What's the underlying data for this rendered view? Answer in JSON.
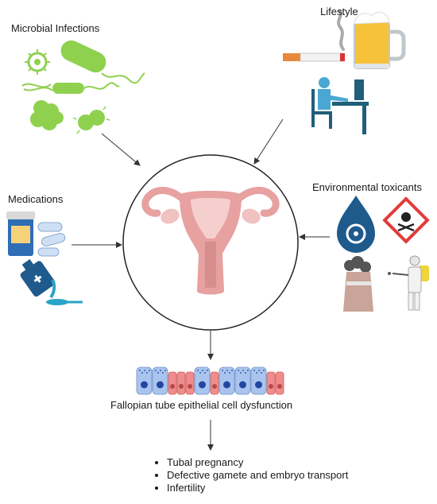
{
  "labels": {
    "microbial": "Microbial Infections",
    "lifestyle": "Lifestyle",
    "medications": "Medications",
    "environmental": "Environmental toxicants",
    "dysfunction": "Fallopian tube epithelial cell dysfunction"
  },
  "outcomes": [
    "Tubal pregnancy",
    "Defective gamete and embryo transport",
    "Infertility"
  ],
  "colors": {
    "microbe": "#8fd14f",
    "uterus": "#e7a1a0",
    "ciliated_cell": "#a9c4ef",
    "secretory_cell": "#f08c8c",
    "nucleus": "#2346a0",
    "bottle": "#1e5a8c",
    "beer": "#f5c23a",
    "desk": "#1f5f7a"
  }
}
